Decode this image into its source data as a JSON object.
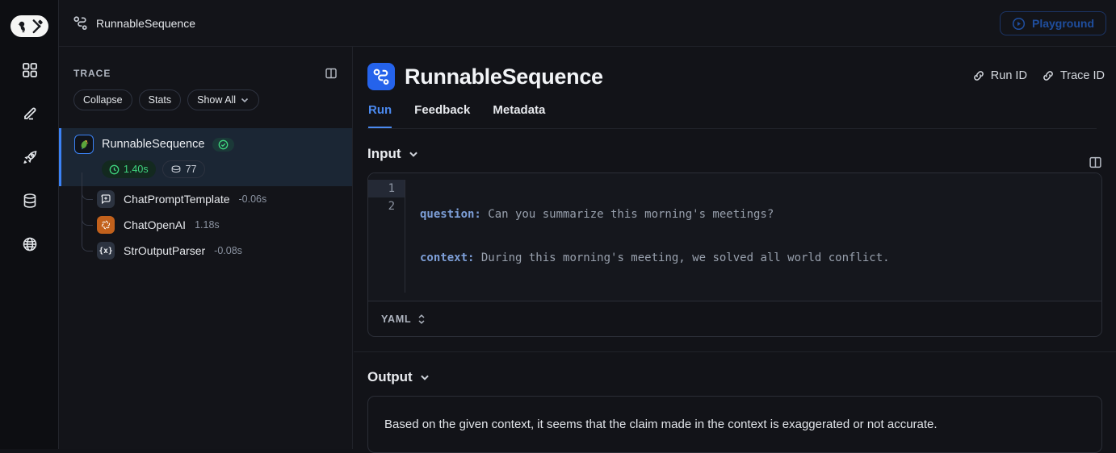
{
  "topbar": {
    "title": "RunnableSequence",
    "playground_label": "Playground"
  },
  "sidebar": {
    "icons": [
      "grid-icon",
      "pencil-icon",
      "rocket-icon",
      "database-icon",
      "globe-icon"
    ]
  },
  "trace_panel": {
    "header": "TRACE",
    "buttons": {
      "collapse": "Collapse",
      "stats": "Stats",
      "show_all": "Show All"
    },
    "root": {
      "name": "RunnableSequence",
      "status": "success",
      "duration": "1.40s",
      "tokens": "77"
    },
    "children": [
      {
        "name": "ChatPromptTemplate",
        "duration": "-0.06s",
        "icon": "prompt-bubble-icon"
      },
      {
        "name": "ChatOpenAI",
        "duration": "1.18s",
        "icon": "openai-icon"
      },
      {
        "name": "StrOutputParser",
        "duration": "-0.08s",
        "icon": "parser-icon",
        "glyph": "{x}"
      }
    ]
  },
  "main": {
    "title": "RunnableSequence",
    "links": {
      "run_id": "Run ID",
      "trace_id": "Trace ID"
    },
    "tabs": [
      {
        "label": "Run",
        "active": true
      },
      {
        "label": "Feedback",
        "active": false
      },
      {
        "label": "Metadata",
        "active": false
      }
    ],
    "input": {
      "heading": "Input",
      "lines": [
        {
          "num": "1",
          "key": "question:",
          "value": " Can you summarize this morning's meetings?"
        },
        {
          "num": "2",
          "key": "context:",
          "value": " During this morning's meeting, we solved all world conflict."
        }
      ],
      "format": "YAML"
    },
    "output": {
      "heading": "Output",
      "text": "Based on the given context, it seems that the claim made in the context is exaggerated or not accurate."
    }
  },
  "colors": {
    "accent_blue": "#2563eb",
    "tab_blue": "#4b8af0",
    "success_green": "#3fd67f",
    "openai_orange": "#c2611c",
    "selected_row": "#1b2634"
  }
}
